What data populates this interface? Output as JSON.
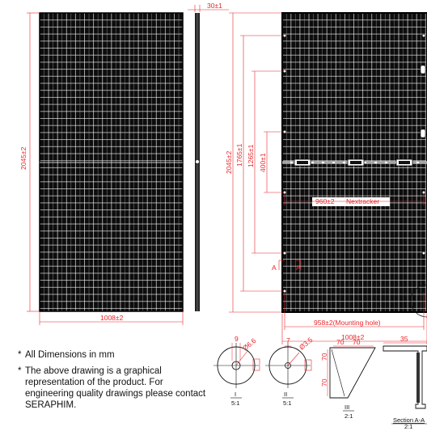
{
  "dimensions": {
    "front_height": "2045±2",
    "front_width": "1008±2",
    "frame_thickness": "30±1",
    "back_height": "2045±2",
    "back_width": "1008±2",
    "dim_1765": "1765±1",
    "dim_1265": "1265±1",
    "dim_400": "400±1",
    "nextracker_spacing": "960±2",
    "nextracker_label": "Nextracker",
    "mounting_hole": "958±2(Mounting hole)",
    "section_mark": "A"
  },
  "details": {
    "detail_I": {
      "roman": "I",
      "scale": "5:1",
      "d1": "9",
      "d2": "Ø6.6"
    },
    "detail_II": {
      "roman": "II",
      "scale": "5:1",
      "d1": "7",
      "d2": "Ø3.5"
    },
    "detail_III": {
      "roman": "III",
      "scale": "2:1",
      "d_top_a": "70",
      "d_top_b": "70",
      "d_side_a": "70",
      "d_side_b": "70"
    },
    "section": {
      "label": "Section A-A",
      "scale": "2:1",
      "d_top": "35"
    }
  },
  "notes": [
    {
      "star": "*",
      "text": "All Dimensions in mm"
    },
    {
      "star": "*",
      "text": "The above drawing is a graphical representation of the product.  For engineering quality drawings please contact SERAPHIM."
    }
  ],
  "colors": {
    "dimension": "#e8262b",
    "frame": "#111111",
    "cell_line": "#ffffff"
  }
}
